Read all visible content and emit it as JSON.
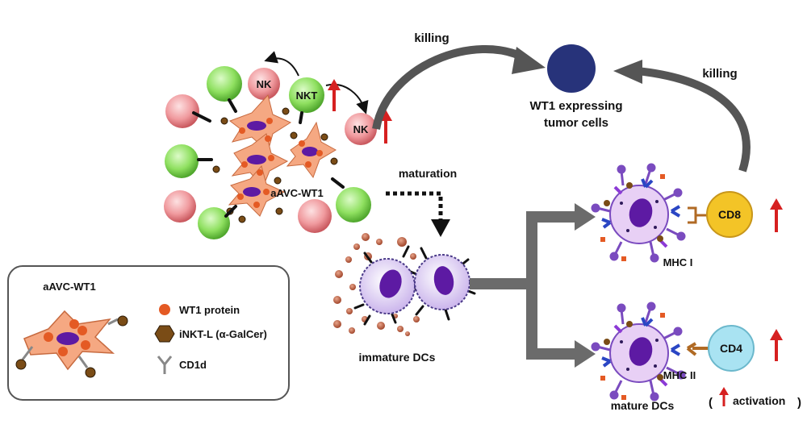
{
  "labels": {
    "killing_left": "killing",
    "killing_right": "killing",
    "tumor_line1": "WT1 expressing",
    "tumor_line2": "tumor cells",
    "maturation": "maturation",
    "aavc_center": "aAVC-WT1",
    "immature": "immature DCs",
    "mhc1": "MHC I",
    "mhc2": "MHC II",
    "mature": "mature DCs",
    "activation": "activation",
    "paren_open": "(",
    "paren_close": ")"
  },
  "cells": {
    "nk_top": "NK",
    "nkt": "NKT",
    "nk_right": "NK",
    "cd8": "CD8",
    "cd4": "CD4"
  },
  "legend": {
    "title": "aAVC-WT1",
    "items": [
      {
        "label": "WT1 protein",
        "icon": "orange-dot-icon"
      },
      {
        "label": "iNKT-L (α-GalCer)",
        "icon": "hexagon-icon"
      },
      {
        "label": "CD1d",
        "icon": "cd1d-y-icon"
      }
    ]
  },
  "colors": {
    "nk_fill": "#f2a1a4",
    "nkt_fill": "#8ee05f",
    "tumor": "#27337a",
    "cd8": "#f3c427",
    "cd4": "#a9e3f2",
    "up_arrow": "#d62020",
    "wt1": "#e45a24",
    "dc_body": "#e8d0f5",
    "nucleus": "#5d1aa3",
    "aavc_body": "#f5a882"
  }
}
